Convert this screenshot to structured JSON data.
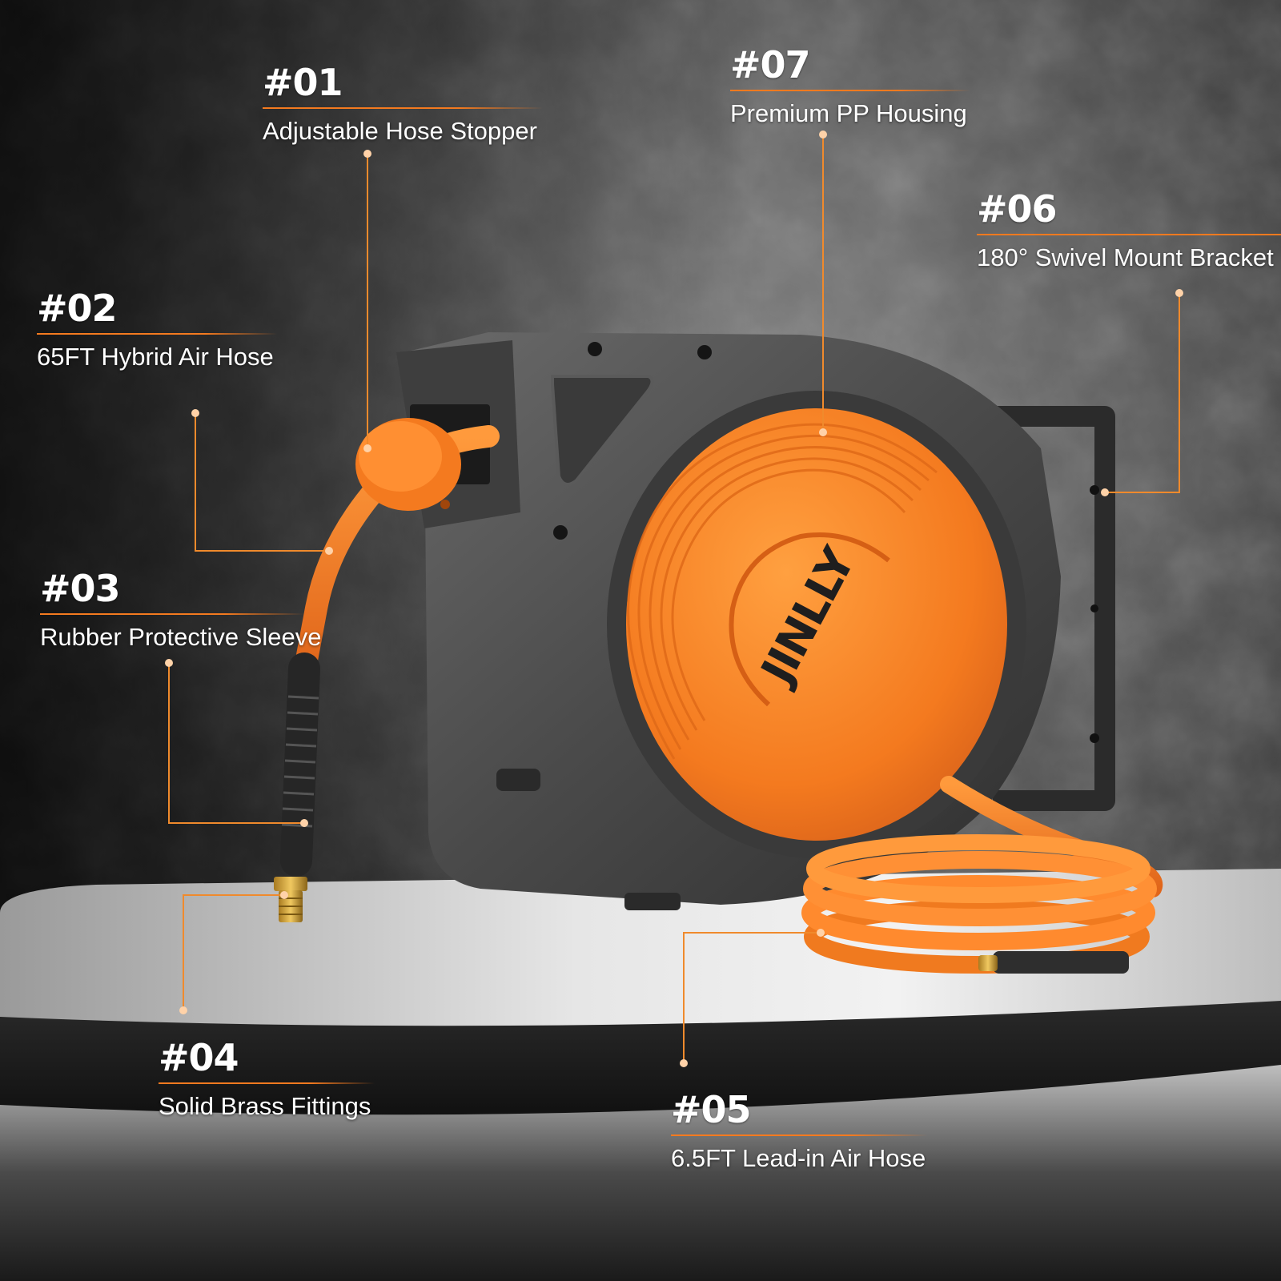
{
  "brand": {
    "logo_text": "JINLLY",
    "accent": "#f47a1f",
    "housing": "#4a4a4a",
    "leader": "#f08a2c"
  },
  "callouts": [
    {
      "id": "01",
      "num": "#01",
      "label": "Adjustable Hose Stopper"
    },
    {
      "id": "02",
      "num": "#02",
      "label": "65FT Hybrid Air Hose"
    },
    {
      "id": "03",
      "num": "#03",
      "label": "Rubber Protective Sleeve"
    },
    {
      "id": "04",
      "num": "#04",
      "label": "Solid Brass Fittings"
    },
    {
      "id": "05",
      "num": "#05",
      "label": "6.5FT Lead-in Air Hose"
    },
    {
      "id": "06",
      "num": "#06",
      "label": "180° Swivel Mount Bracket"
    },
    {
      "id": "07",
      "num": "#07",
      "label": "Premium PP Housing"
    }
  ]
}
